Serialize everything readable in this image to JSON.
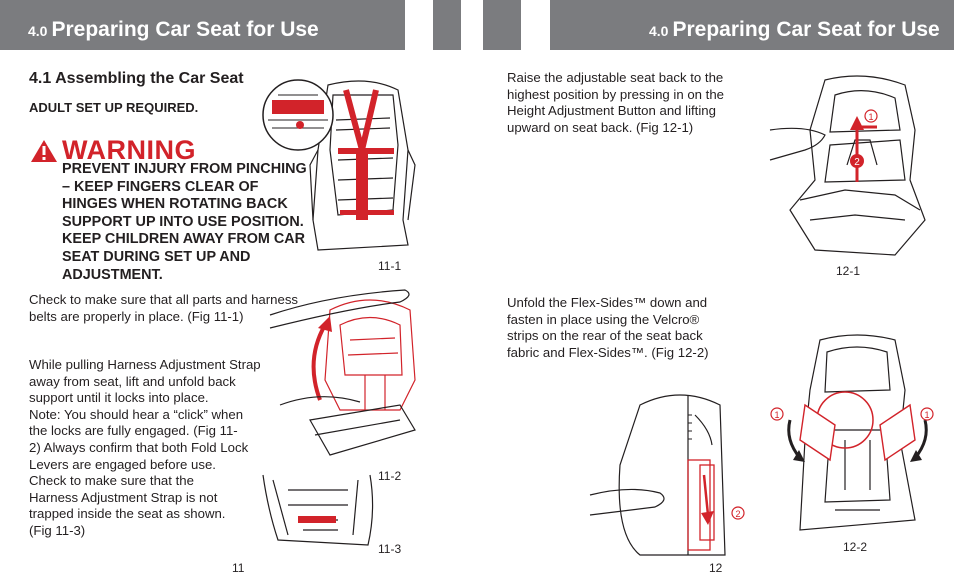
{
  "header": {
    "left": {
      "number": "4.0",
      "title": "Preparing Car Seat for Use"
    },
    "right": {
      "number": "4.0",
      "title": "Preparing Car Seat for Use"
    }
  },
  "left_page": {
    "section_title": "4.1 Assembling the Car Seat",
    "adult_note": "ADULT SET UP REQUIRED.",
    "warning_word": "WARNING",
    "warning_text": "PREVENT INJURY FROM PINCHING – KEEP FINGERS CLEAR OF HINGES WHEN ROTATING BACK SUPPORT UP INTO USE POSITION. KEEP CHILDREN AWAY FROM CAR SEAT DURING SET UP AND ADJUSTMENT.",
    "paragraph_1": "Check to make sure that all parts and harness belts are properly in place. (Fig 11-1)",
    "paragraph_2_lines": [
      "While pulling Harness Adjustment Strap",
      "away from seat, lift and unfold back",
      "support until it locks into place.",
      "Note: You should hear a “click” when",
      "the locks are fully engaged. (Fig 11-",
      "2)  Always confirm that both Fold Lock",
      "Levers are engaged before use.",
      "Check to make sure that the",
      "Harness Adjustment Strap is not",
      "trapped inside the seat as shown.",
      "(Fig 11-3)"
    ],
    "figures": {
      "fig_11_1": "11-1",
      "fig_11_2": "11-2",
      "fig_11_3": "11-3"
    },
    "page_number": "11"
  },
  "right_page": {
    "paragraph_1": "Raise the adjustable seat back to the highest position by pressing in on the Height Adjustment Button and lifting upward on seat back. (Fig 12-1)",
    "paragraph_2": "Unfold the Flex-Sides™ down and fasten in place using the Velcro® strips on the rear of the seat back fabric and Flex-Sides™. (Fig 12-2)",
    "figures": {
      "fig_12_1": "12-1",
      "fig_12_2": "12-2"
    },
    "callouts": {
      "one": "1",
      "two": "2"
    },
    "page_number": "12"
  },
  "colors": {
    "header_gray": "#7b7c7f",
    "warning_red": "#d2232a",
    "text": "#231f20"
  }
}
